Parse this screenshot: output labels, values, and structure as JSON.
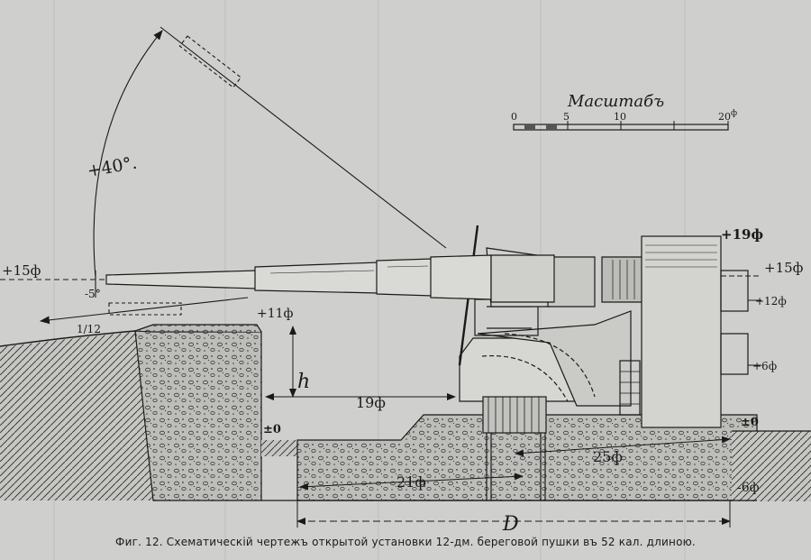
{
  "scale_bar": {
    "title": "Масштабъ",
    "ticks": [
      "0",
      "5",
      "10",
      "20"
    ],
    "unit_mark": "ф"
  },
  "elevation": {
    "up_angle": "+40°.",
    "down_angle": "-5°",
    "slope": "1/12"
  },
  "levels": {
    "left_15": "+15ф",
    "right_15": "+15ф",
    "top_19": "+19ф",
    "right_12": "+12ф",
    "right_6": "+6ф",
    "parapet_11": "+11ф",
    "zero_left": "±0",
    "zero_right": "±0",
    "minus_6": "-6ф"
  },
  "dimensions": {
    "h": "h",
    "d19": "19ф",
    "d21": "21ф",
    "d25": "25ф",
    "D": "D"
  },
  "caption": "Фиг. 12. Схематическій чертежъ открытой установки 12-дм. береговой пушки въ 52 кал. длиною.",
  "colors": {
    "paper": "#cfcfcd",
    "ink": "#1a1a1a",
    "concrete": "#b9b9b6"
  }
}
